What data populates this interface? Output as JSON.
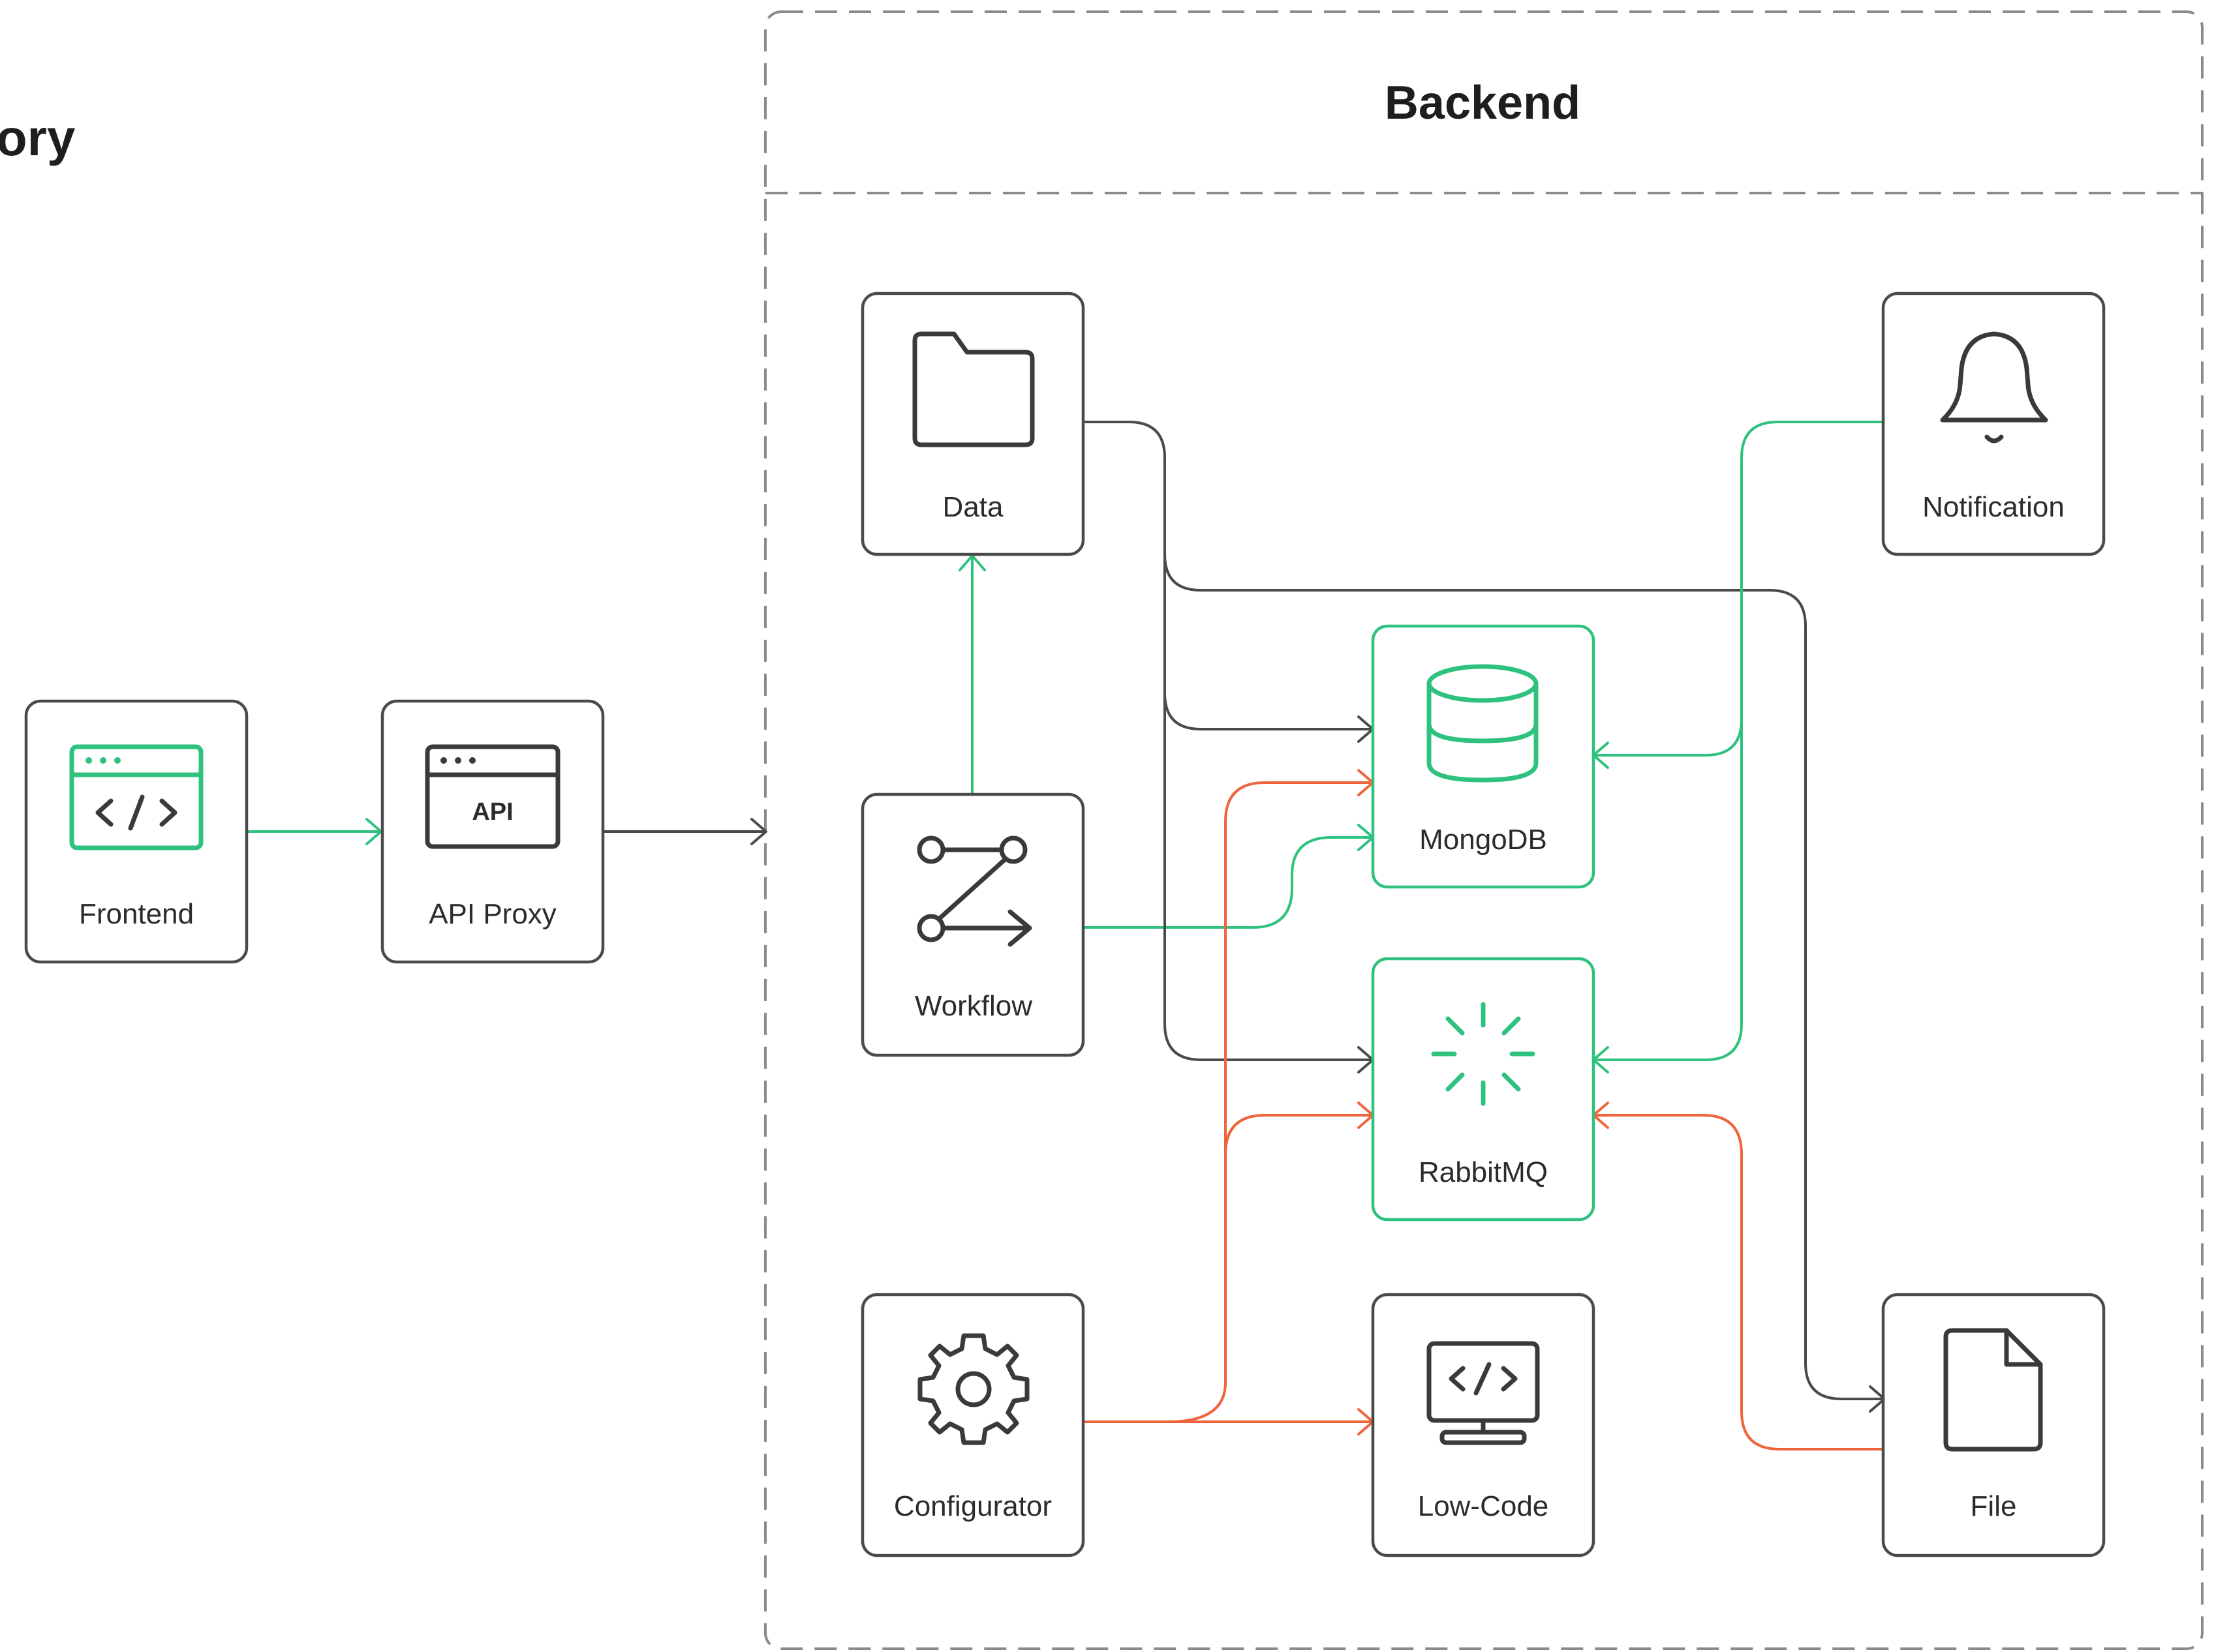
{
  "heading": "ory",
  "backend": {
    "title": "Backend"
  },
  "colors": {
    "neutral": "#4a4a4a",
    "green": "#2ec27e",
    "orange": "#f0643c",
    "dashed_border": "#8a8a8a"
  },
  "nodes": {
    "frontend": {
      "label": "Frontend",
      "icon": "code-window-icon",
      "accent": "green"
    },
    "api_proxy": {
      "label": "API Proxy",
      "icon": "api-window-icon",
      "icon_text": "API",
      "accent": "neutral"
    },
    "data": {
      "label": "Data",
      "icon": "folder-icon",
      "accent": "neutral"
    },
    "notification": {
      "label": "Notification",
      "icon": "bell-icon",
      "accent": "neutral"
    },
    "mongodb": {
      "label": "MongoDB",
      "icon": "database-icon",
      "accent": "green"
    },
    "workflow": {
      "label": "Workflow",
      "icon": "workflow-icon",
      "accent": "neutral"
    },
    "rabbitmq": {
      "label": "RabbitMQ",
      "icon": "loader-icon",
      "accent": "green"
    },
    "configurator": {
      "label": "Configurator",
      "icon": "gear-icon",
      "accent": "neutral"
    },
    "low_code": {
      "label": "Low-Code",
      "icon": "monitor-code-icon",
      "accent": "neutral"
    },
    "file": {
      "label": "File",
      "icon": "file-icon",
      "accent": "neutral"
    }
  },
  "edges": [
    {
      "from": "Frontend",
      "to": "API Proxy",
      "color": "green"
    },
    {
      "from": "API Proxy",
      "to": "Backend",
      "color": "neutral"
    },
    {
      "from": "Workflow",
      "to": "Data",
      "color": "green"
    },
    {
      "from": "Workflow",
      "to": "MongoDB",
      "color": "green"
    },
    {
      "from": "Data",
      "to": "MongoDB",
      "color": "neutral"
    },
    {
      "from": "Data",
      "to": "RabbitMQ",
      "color": "neutral"
    },
    {
      "from": "Data",
      "to": "File",
      "color": "neutral"
    },
    {
      "from": "Notification",
      "to": "MongoDB",
      "color": "green"
    },
    {
      "from": "Notification",
      "to": "RabbitMQ",
      "color": "green"
    },
    {
      "from": "Configurator",
      "to": "MongoDB",
      "color": "orange"
    },
    {
      "from": "Configurator",
      "to": "RabbitMQ",
      "color": "orange"
    },
    {
      "from": "Configurator",
      "to": "Low-Code",
      "color": "orange"
    },
    {
      "from": "File",
      "to": "RabbitMQ",
      "color": "orange"
    }
  ]
}
